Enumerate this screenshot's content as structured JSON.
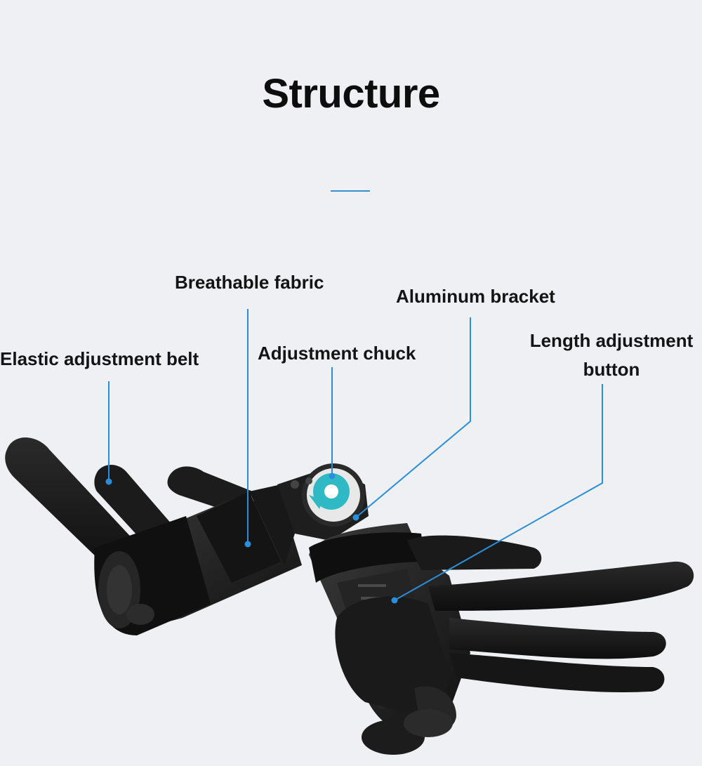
{
  "title": "Structure",
  "labels": {
    "breathable_fabric": "Breathable fabric",
    "aluminum_bracket": "Aluminum bracket",
    "elastic_belt": "Elastic adjustment belt",
    "adjustment_chuck": "Adjustment chuck",
    "length_button_line1": "Length adjustment",
    "length_button_line2": "button"
  },
  "colors": {
    "background": "#eef0f4",
    "leader_line": "#2a8fd8",
    "brace_black": "#151515",
    "dial_accent": "#2fb9c4"
  },
  "icons": {
    "product": "knee-brace-illustration"
  }
}
